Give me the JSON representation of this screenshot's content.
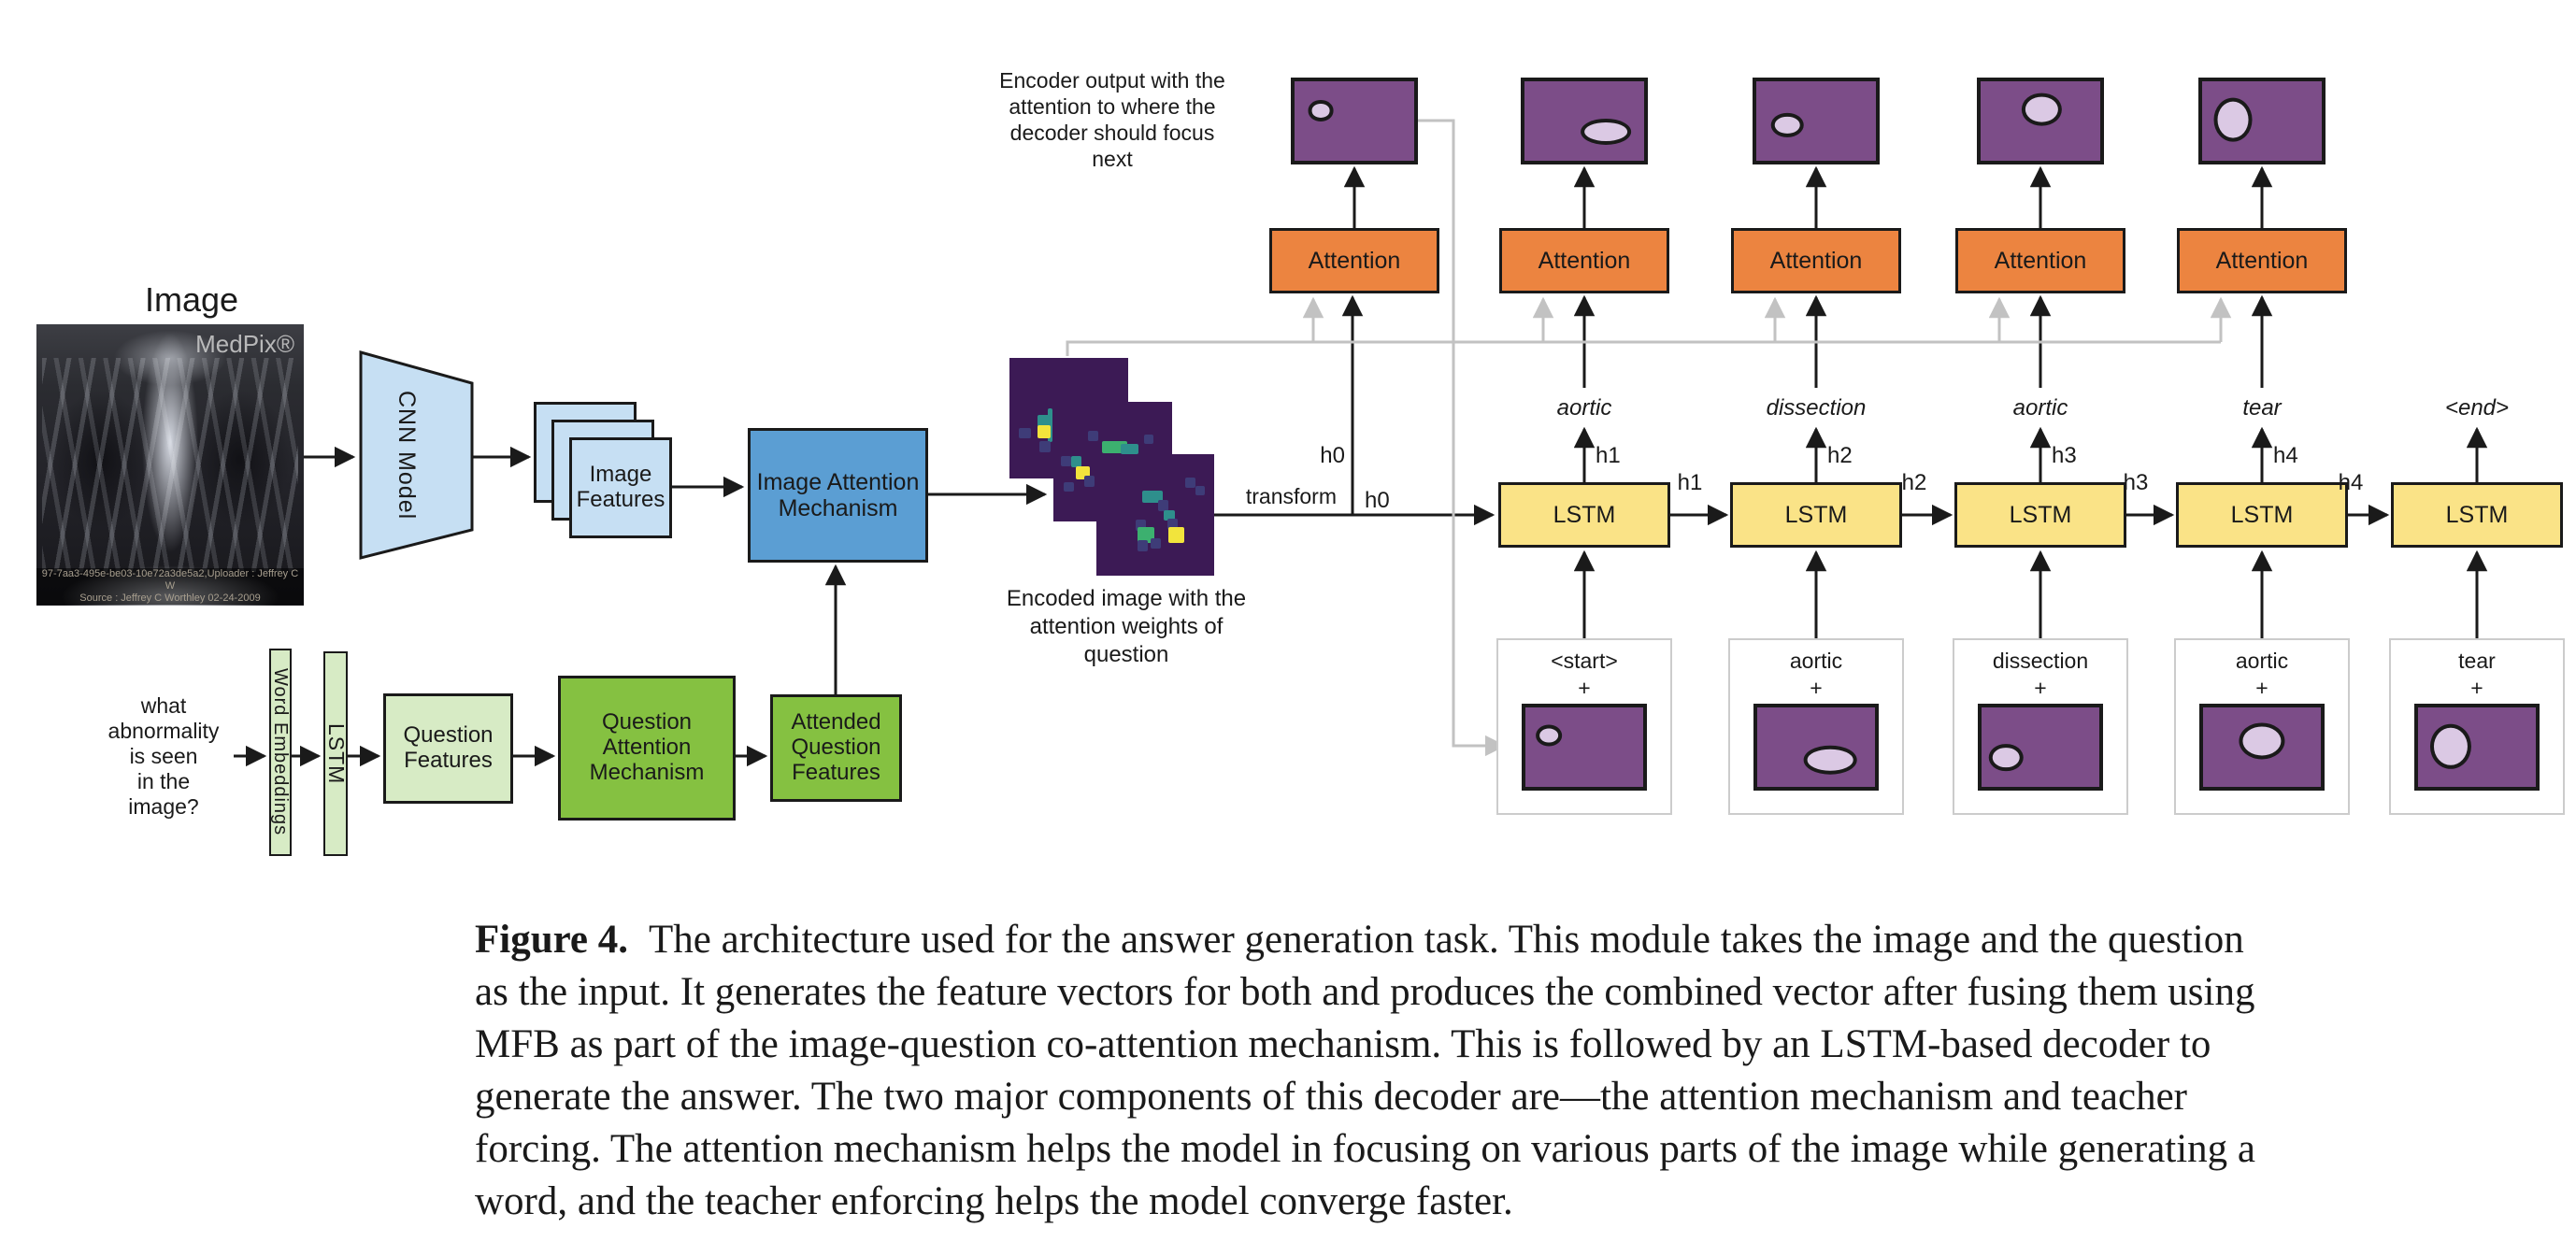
{
  "colors": {
    "ink": "#1a1a1a",
    "line_gray": "#c2c2c2",
    "box_gray": "#cccccc",
    "purple": "#7c4d88",
    "purple_light": "#dbc9e4",
    "orange": "#ec8440",
    "yellow": "#fae387",
    "blue": "#5b9ed3",
    "blue_light": "#c6dff3",
    "green": "#85c141",
    "green_pale": "#d7ebc5",
    "heat_bg": "#3c1a55",
    "heat_yellow": "#f2e43c",
    "heat_green": "#3cb06f",
    "heat_teal": "#2e8f8c",
    "heat_blue": "#3e3c78"
  },
  "encoder": {
    "image_label": "Image",
    "xray_watermark": "MedPix®",
    "xray_credit": "97-7aa3-495e-be03-10e72a3de5a2,Uploader : Jeffrey C W\nSource : Jeffrey C Worthley 02-24-2009",
    "cnn_label": "CNN Model",
    "image_features_label": "Image\nFeatures",
    "image_attention_label": "Image Attention\nMechanism",
    "question_text": "what\nabnormality\nis seen\nin the\nimage?",
    "word_embeddings_label": "Word Embeddings",
    "lstm_label": "LSTM",
    "question_features_label": "Question\nFeatures",
    "question_attention_label": "Question\nAttention\nMechanism",
    "attended_question_label": "Attended\nQuestion\nFeatures",
    "encoded_image_note": "Encoded image with the\nattention weights of\nquestion",
    "encoder_output_note": "Encoder output with the\nattention to where the\ndecoder should focus\nnext",
    "transform_label": "transform"
  },
  "decoder": {
    "attention_label": "Attention",
    "lstm_label": "LSTM",
    "h0_label": "h0",
    "steps": [
      {
        "output_word": "aortic",
        "hidden": "h1",
        "input_word": "<start>",
        "plus": "+"
      },
      {
        "output_word": "dissection",
        "hidden": "h2",
        "input_word": "aortic",
        "plus": "+"
      },
      {
        "output_word": "aortic",
        "hidden": "h3",
        "input_word": "dissection",
        "plus": "+"
      },
      {
        "output_word": "tear",
        "hidden": "h4",
        "input_word": "aortic",
        "plus": "+"
      },
      {
        "output_word": "<end>",
        "input_word": "tear",
        "plus": "+"
      }
    ]
  },
  "caption": {
    "label": "Figure 4.",
    "lines": [
      "The architecture used for the answer generation task. This module takes the image and the question",
      "as the input. It generates the feature vectors for both and produces the combined vector after fusing them using",
      "MFB as part of the image-question co-attention mechanism. This is followed by an LSTM-based decoder to",
      "generate the answer. The two major components of this decoder are—the attention mechanism and teacher",
      "forcing. The attention mechanism helps the model in focusing on various parts of the image while generating a",
      "word, and the teacher enforcing helps the model converge faster."
    ]
  }
}
